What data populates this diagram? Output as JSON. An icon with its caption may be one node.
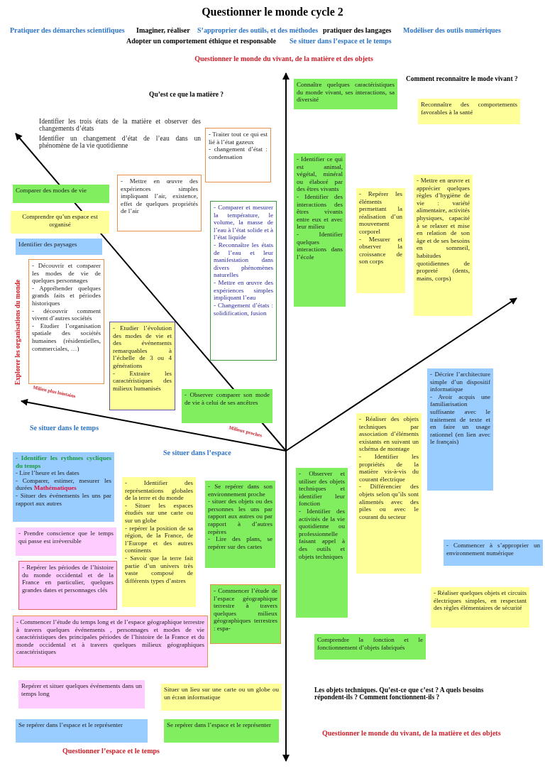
{
  "diagram": {
    "title": "Questionner le monde cycle 2",
    "nodes": [
      {
        "text": [
          "Connaître quelques caractéristiques du monde vivant, ses interactions, sa diversité"
        ]
      },
      {
        "text": [
          "Reconnaître des comportements favorables à la santé"
        ]
      },
      {
        "text": [
          "- Traiter tout ce qui est lié à l’état gazeux",
          "- changement d’état : condensation"
        ]
      },
      {
        "text": [
          "Comparer des modes de vie"
        ]
      },
      {
        "text": [
          "- Mettre en œuvre des expériences simples impliquant l’air, existence, effet de quelques propriétés de l’air"
        ]
      },
      {
        "text": [
          "Comprendre qu’un espace est organisé"
        ]
      },
      {
        "text": [
          "- Comparer et mesurer la température, le volume, la masse de l’eau à l’état solide et à l’état liquide",
          "- Reconnaître les états de l’eau et leur manifestation dans divers phénomènes naturelles",
          "- Mettre en œuvre des expériences simples impliquant l’eau",
          "- Changement d’états : solidification, fusion"
        ]
      },
      {
        "text": [
          "- Identifier ce qui est animal, végétal, minéral ou élaboré par des êtres vivants",
          "- Identifier des interactions des êtres vivants entre eux et avec leur milieu",
          "- Identifier quelques interactions dans l’école"
        ]
      },
      {
        "text": [
          "- Repérer les éléments permettant la réalisation d’un mouvement corporel",
          "- Mesurer et observer la croissance de son corps"
        ]
      },
      {
        "text": [
          "- Mettre en œuvre et apprécier quelques règles d’hygiène de vie : variété alimentaire, activités physiques, capacité à se relaxer et mise en relation de son âge et de ses besoins en sommeil, habitudes quotidiennes de propreté (dents, mains, corps)"
        ]
      },
      {
        "text": [
          "Identifier des paysages"
        ]
      },
      {
        "text": [
          "- Découvrir et comparer les modes de vie de quelques personnages",
          "- Appréhender quelques grands faits et périodes historiques",
          "- découvrir comment vivent d’autres sociétés",
          "- Etudier l’organisation spatiale des sociétés humaines (résidentielles, commerciales, …)"
        ]
      },
      {
        "text": [
          "- Etudier l’évolution des modes de vie et des événements remarquables à l’échelle de 3 ou 4 générations",
          "- Extraire les caractéristiques des milieux humanisés"
        ]
      },
      {
        "text": [
          "- Observer comparer son mode de vie à celui de ses ancêtres"
        ]
      },
      {
        "text": [
          "- Décrire l’architecture simple d’un dispositif informatique",
          "- Avoir acquis une familiarisation suffisante avec le traitement de texte et en faire un usage rationnel (en lien avec le français)"
        ]
      },
      {
        "text": [
          "- Réaliser des objets techniques par association d’éléments existants en suivant un schéma de montage",
          "- Identifier les propriétés de la matière vis-à-vis du courant électrique",
          "- Différencier des objets selon qu’ils sont alimentés avec des piles ou avec le courant du secteur"
        ]
      },
      {
        "text": [
          "- Identifier les rythmes cycliques du temps",
          "- Lire l’heure et les dates",
          "- Comparer, estimer, mesurer les durées **Mathématiques**",
          "- Situer des événements les uns par rapport aux autres"
        ]
      },
      {
        "text": [
          "- Identifier des représentations globales de la terre et du monde",
          "- Situer les espaces étudiés sur une carte ou sur un globe",
          "- repérer la position de sa région, de la France, de l’Europe et des autres continents",
          "- Savoir que la terre fait partie d’un univers très vaste composé de différents types d’astres"
        ]
      },
      {
        "text": [
          "- Se repérer dans son environnement proche",
          "- situer des objets ou des personnes les uns par rapport aux autres ou par rapport à d’autres repères",
          "- Lire des plans, se repérer sur des cartes"
        ]
      },
      {
        "text": [
          "- Observer et utiliser des objets techniques et identifier leur fonction",
          "- Identifier des activités de la vie quotidienne ou professionnelle faisant appel à des outils et objets techniques"
        ]
      },
      {
        "text": [
          "- Prendre conscience que le temps qui passe est irréversible"
        ]
      },
      {
        "text": [
          "- Commencer à s’approprier un environnement numérique"
        ]
      },
      {
        "text": [
          "- Repérer les périodes de l’histoire du monde occidental et de la France en particulier, quelques grandes dates et personnages clés"
        ]
      },
      {
        "text": [
          "- Commencer l’étude de l’espace géographique terrestre à travers quelques milieux géographiques terrestres : espa-"
        ]
      },
      {
        "text": [
          "- Réaliser quelques objets et circuits électriques simples, en respectant des règles élémentaires de sécurité"
        ]
      },
      {
        "text": [
          "- Commencer l’étude du temps long et de l’espace géographique terrestre à travers quelques événements , personnages et modes de vie caractéristiques des principales périodes de l’histoire de la France et du monde occidental et à travers quelques milieux géographiques caractéristiques"
        ]
      },
      {
        "text": [
          "Comprendre la fonction et le fonctionnement d’objets fabriqués"
        ]
      },
      {
        "text": [
          "Repérer et situer quelques événements dans un temps long"
        ]
      },
      {
        "text": [
          "Situer un lieu sur une carte ou un globe ou un écran informatique"
        ]
      },
      {
        "text": [
          "Se repérer dans l’espace et le représenter"
        ]
      },
      {
        "text": [
          "Se repérer dans l’espace et le représenter"
        ]
      }
    ],
    "edges": [],
    "labels": [
      "Pratiquer des démarches scientifiques",
      "Imaginer, réaliser",
      "S’approprier des outils, et des méthodes",
      "pratiquer des langages",
      "Modéliser des outils numériques",
      "Adopter un comportement éthique et responsable",
      "Se situer dans l’espace et le temps",
      "Questionner le monde du vivant, de la matière et des objets",
      "Comment reconnaître le mode vivant ?",
      "Qu’est ce que la matière ?",
      "Identifier les trois états de la matière et observer des changements d’états",
      "Identifier un changement d’état de l’eau dans un phénomène de la vie quotidienne",
      "Explorer les organisations du monde",
      "Milieu plus lointains",
      "Se situer dans le temps",
      "Milieux proches",
      "Se situer dans l’espace",
      "Les objets techniques. Qu’est-ce que c’est ? A quels besoins répondent-ils ? Comment fonctionnent-ils ?",
      "Questionner le monde du vivant, de la matière et des objets",
      "Questionner l’espace et le temps"
    ]
  }
}
